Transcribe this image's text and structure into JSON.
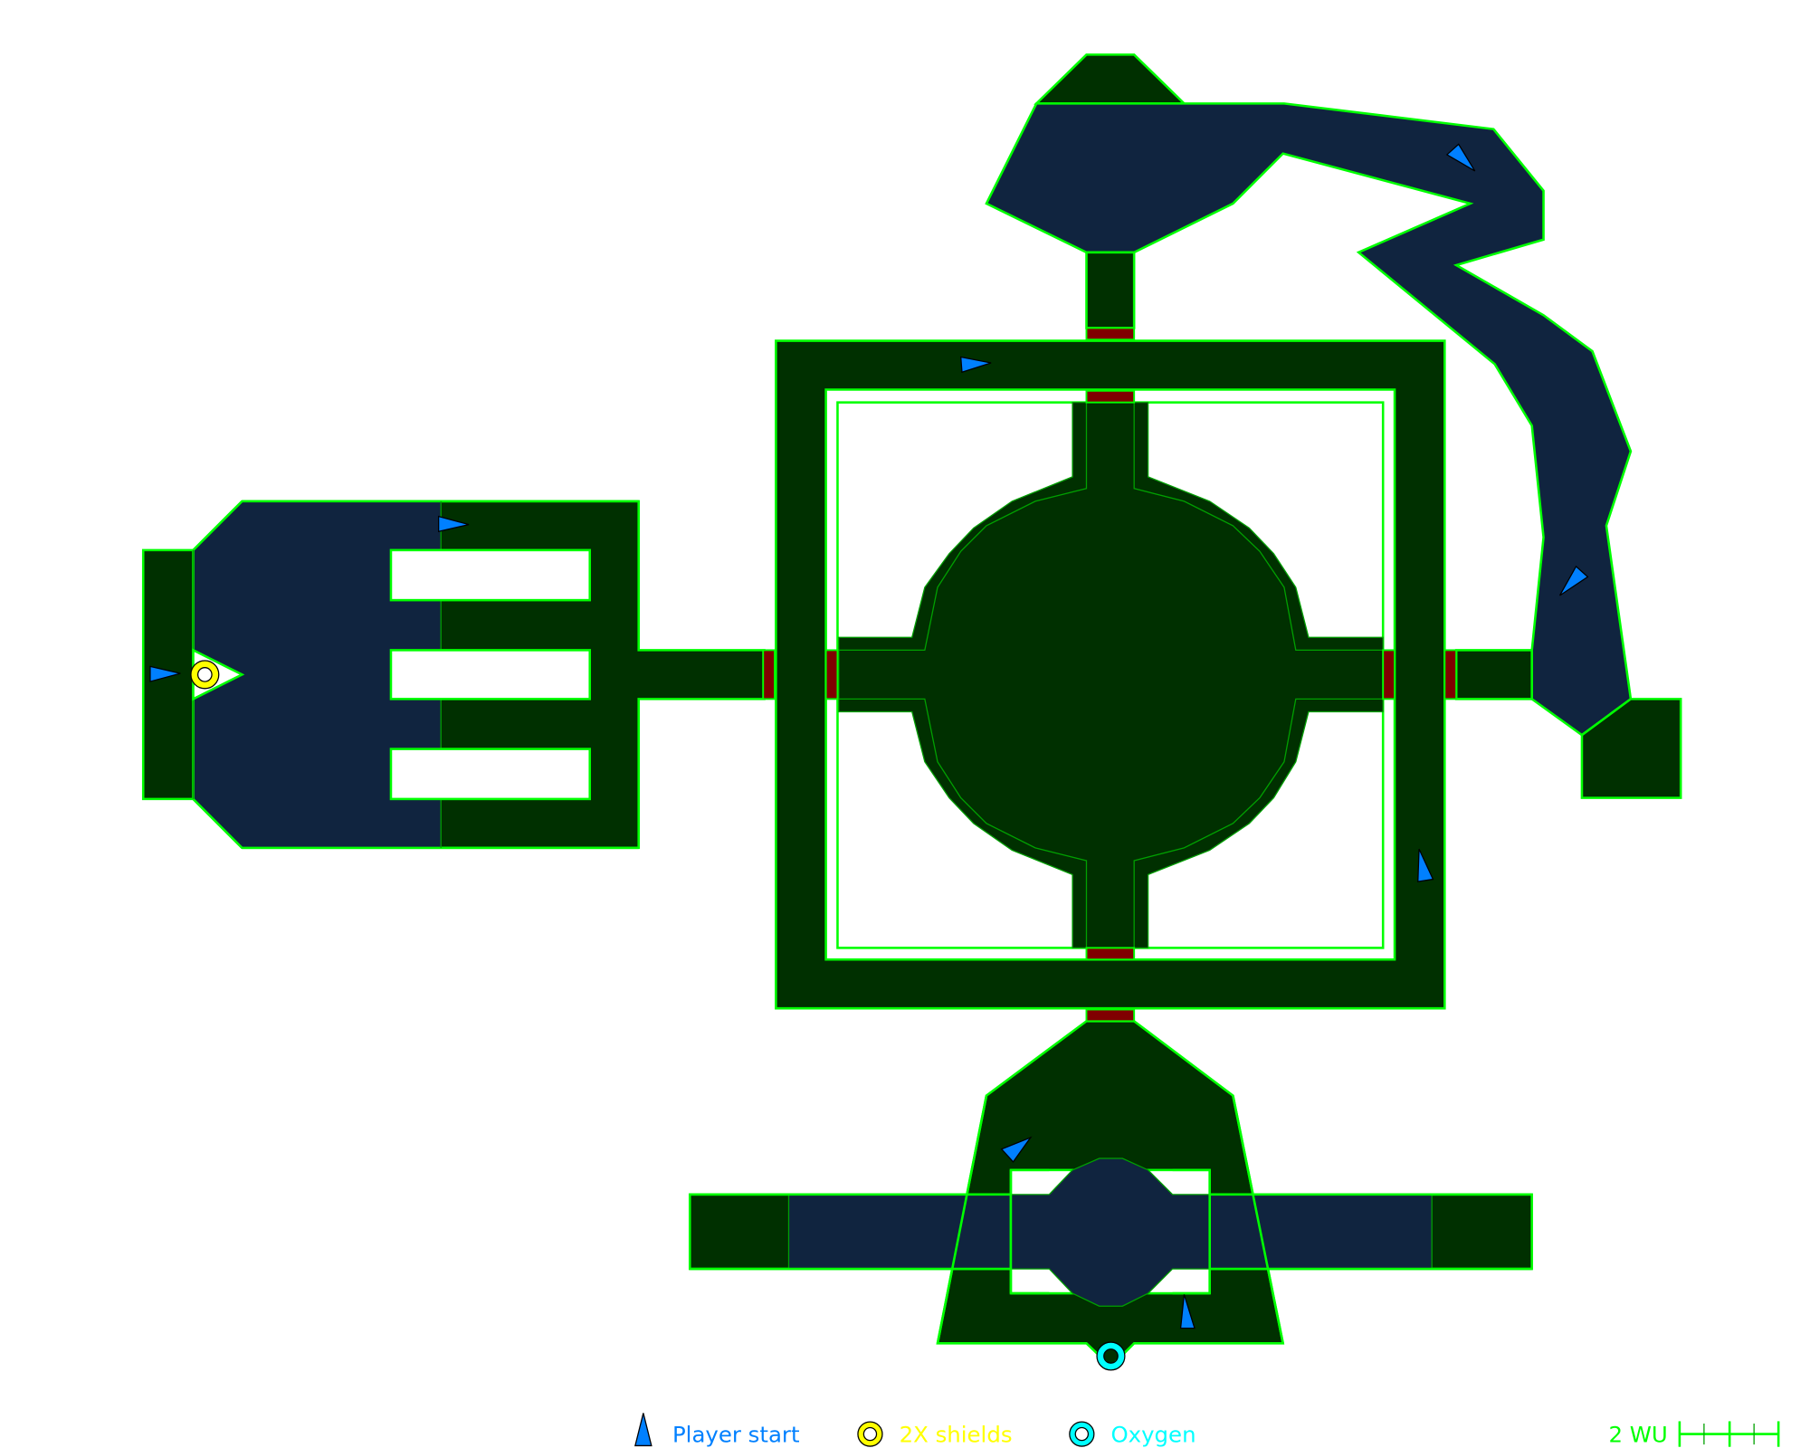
{
  "map": {
    "colors": {
      "wall": "#00ff00",
      "floor": "#003000",
      "liquid_floor": "#10243f",
      "door": "#800000",
      "player_start": "#0080ff",
      "shields": "#ffff00",
      "oxygen": "#00ffff"
    }
  },
  "legend": {
    "player_start": "Player start",
    "shields": "2X shields",
    "oxygen": "Oxygen"
  },
  "scale": {
    "label": "2 WU"
  }
}
